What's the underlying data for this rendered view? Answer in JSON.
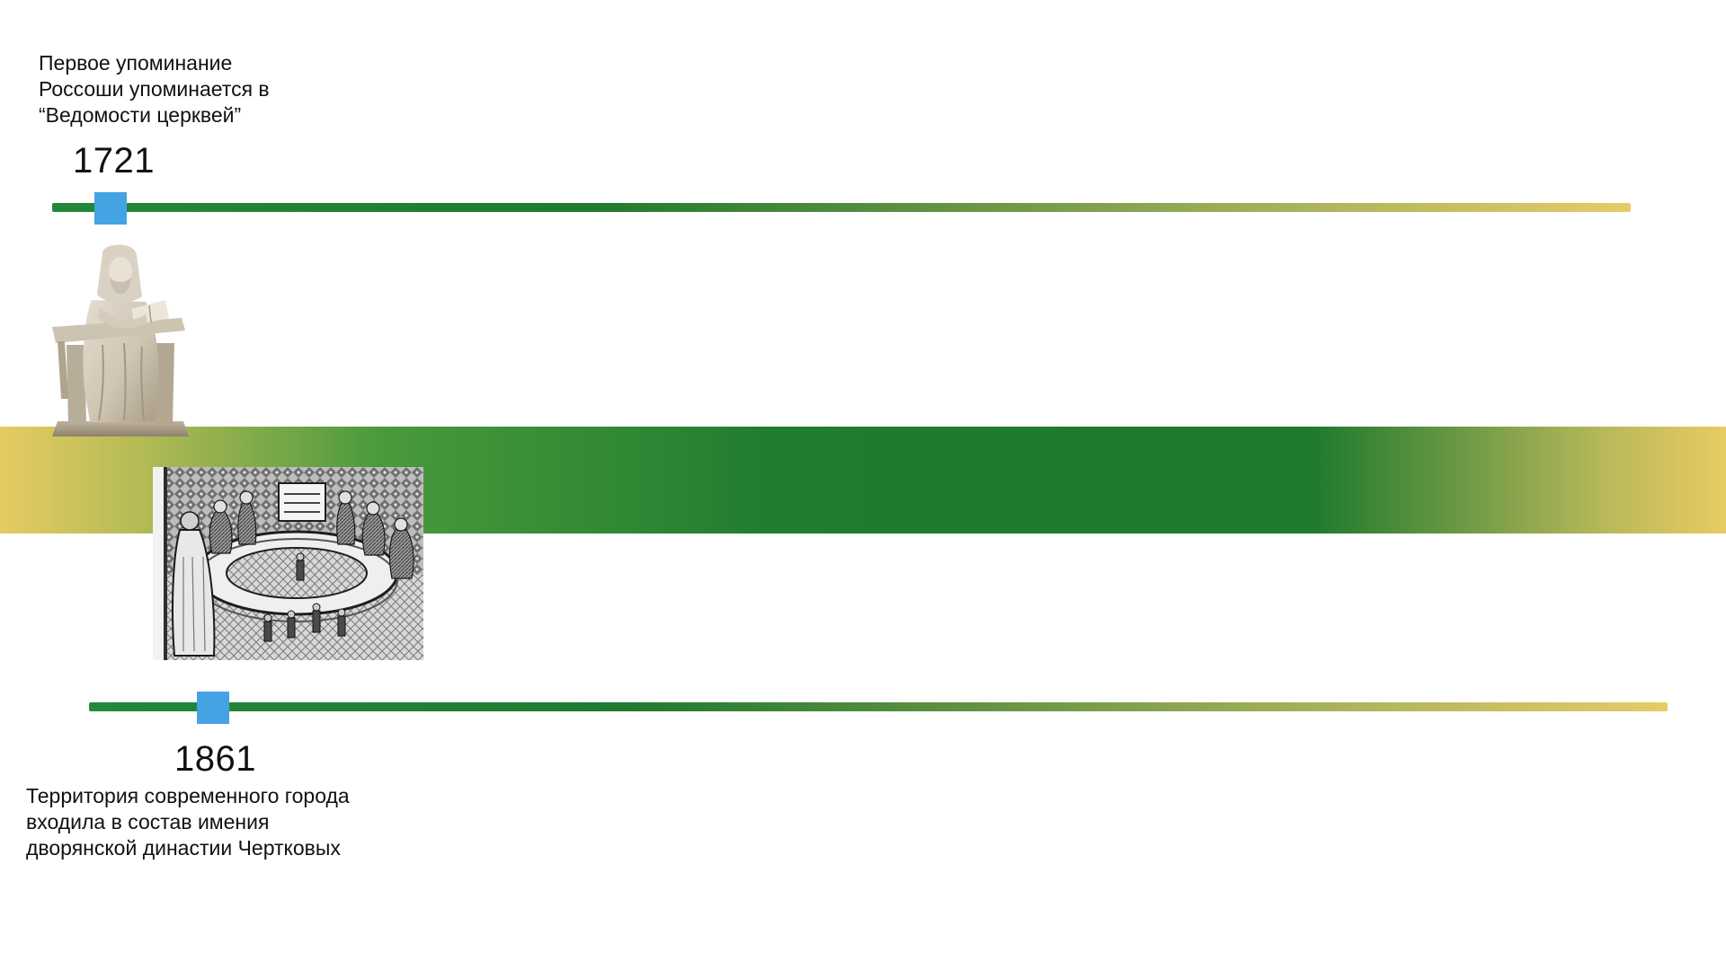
{
  "timeline": {
    "events": [
      {
        "year": "1721",
        "description": "Первое упоминание\nРоссоши упоминается в\n“Ведомости церквей”",
        "illustration": "scribe-statue-image"
      },
      {
        "year": "1861",
        "description": "Территория современного города\nвходила в состав имения\nдворянской династии Чертковых",
        "illustration": "engraving-feast-image"
      }
    ]
  },
  "colors": {
    "marker": "#43a3e3",
    "green": "#1f7d2f",
    "gold": "#e6cb62",
    "text": "#111111",
    "background": "#ffffff"
  }
}
